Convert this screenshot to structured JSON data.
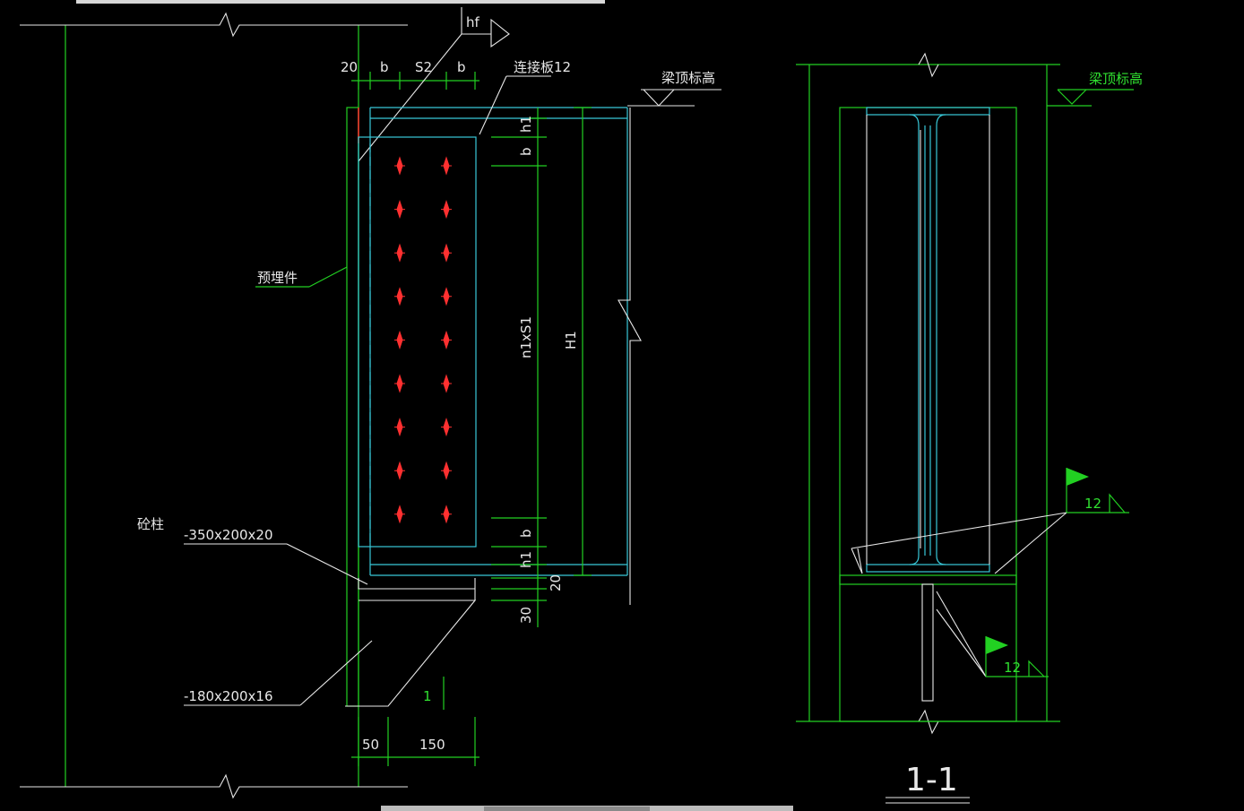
{
  "labels": {
    "hf": "hf",
    "dim_20_top": "20",
    "dim_b_left": "b",
    "dim_s2": "S2",
    "dim_b_right": "b",
    "connection_plate": "连接板12",
    "beam_top_elev_left": "梁顶标高",
    "beam_top_elev_right": "梁顶标高",
    "embedded_part": "预埋件",
    "concrete_column": "砼柱",
    "plate_350": "-350x200x20",
    "plate_180": "-180x200x16",
    "dim_h1_top": "h1",
    "dim_b_vert_top": "b",
    "dim_n1xs1": "n1xS1",
    "dim_h1_total": "H1",
    "dim_b_vert_bottom": "b",
    "dim_h1_bottom": "h1",
    "dim_20_bottom": "20",
    "dim_30": "30",
    "slope_mark": "1",
    "dim_50": "50",
    "dim_150": "150",
    "weld_12_upper": "12",
    "weld_12_lower": "12",
    "section_title": "1-1"
  },
  "colors": {
    "green": "#22d022",
    "white": "#e8e8e8",
    "cyan": "#38c8d8",
    "bolt": "#ff3030",
    "background": "#000000"
  }
}
